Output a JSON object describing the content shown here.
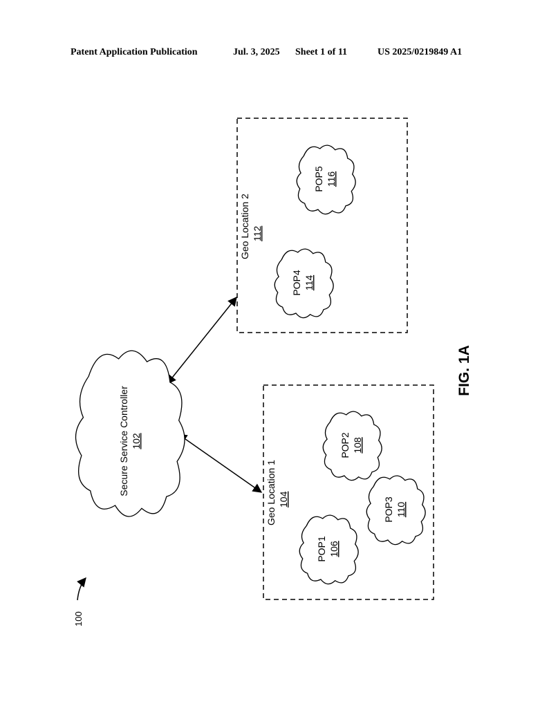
{
  "header": {
    "publication": "Patent Application Publication",
    "date": "Jul. 3, 2025",
    "sheet": "Sheet 1 of 11",
    "number": "US 2025/0219849 A1"
  },
  "figure": {
    "ref_number": "100",
    "label": "FIG. 1A",
    "controller": {
      "name": "Secure Service Controller",
      "ref": "102"
    },
    "geo_locations": [
      {
        "name": "Geo Location 1",
        "ref": "104"
      },
      {
        "name": "Geo Location 2",
        "ref": "112"
      }
    ],
    "pops": [
      {
        "name": "POP1",
        "ref": "106"
      },
      {
        "name": "POP2",
        "ref": "108"
      },
      {
        "name": "POP3",
        "ref": "110"
      },
      {
        "name": "POP4",
        "ref": "114"
      },
      {
        "name": "POP5",
        "ref": "116"
      }
    ]
  }
}
